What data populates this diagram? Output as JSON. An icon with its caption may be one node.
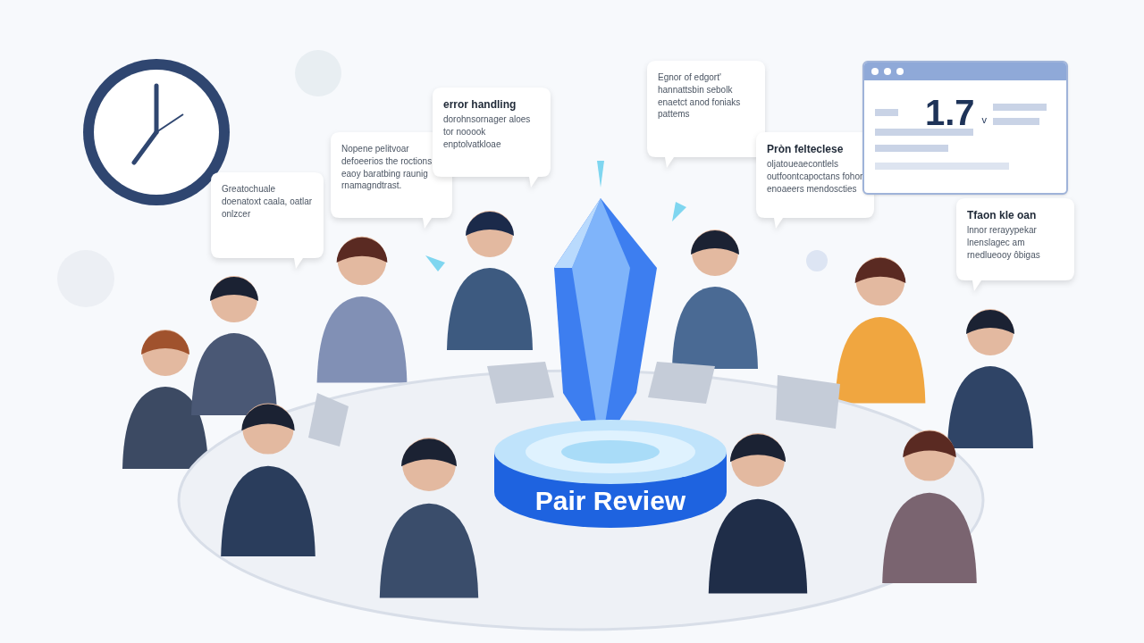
{
  "diagram": {
    "nodes": [
      {
        "text": [
          "Greatochuale doenatoxt caala, oatlar onlzcer"
        ]
      },
      {
        "text": [
          "Nopene pelitvoar defoeerios the roctions eaoy baratbing raunig rnamagndtrast."
        ]
      },
      {
        "text": [
          "error handling",
          "dorohnsornager aloes tor nooook enptolvatkloae"
        ]
      },
      {
        "text": [
          "Egnor of edgort' hannattsbin sebolk enaetct anod foniaks pattems"
        ]
      },
      {
        "text": [
          "Pròn felteclese",
          "oljatoueaecontlels outfoontcapoctans fohor enoaeers mendoscties"
        ]
      },
      {
        "text": [
          "1.7",
          "v"
        ]
      },
      {
        "text": [
          "Tfaon kle oan",
          "lnnor rerayypekar lnenslagec am rnedlueooy ôbigas"
        ]
      },
      {
        "text": [
          "Pair Review"
        ]
      }
    ]
  }
}
